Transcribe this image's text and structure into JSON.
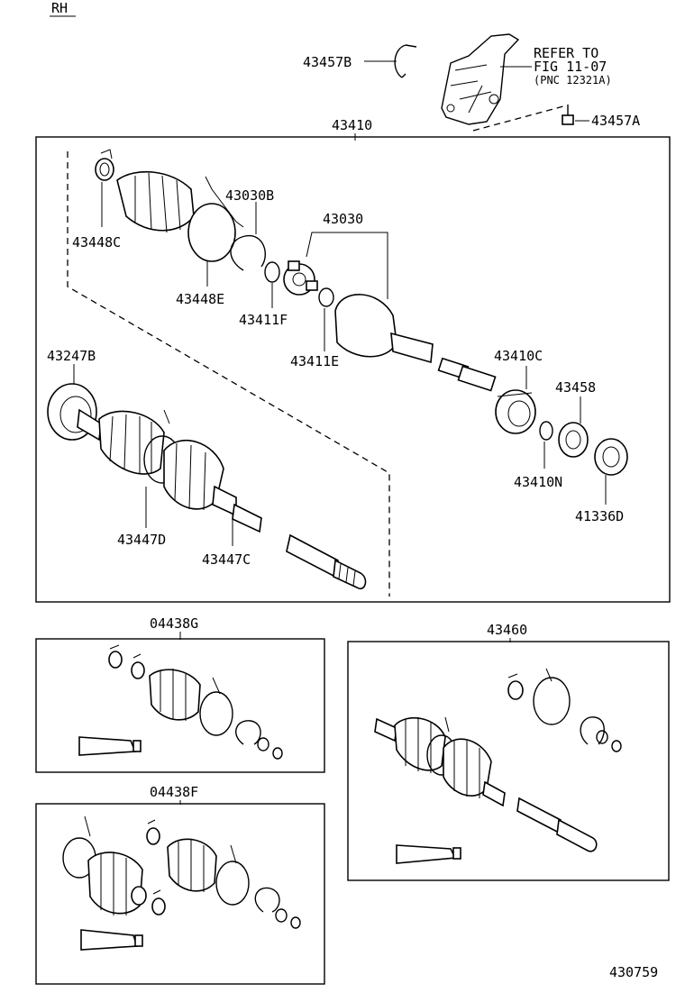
{
  "header": {
    "side": "RH"
  },
  "footer": {
    "figure_number": "430759"
  },
  "refer_note": {
    "line1": "REFER TO",
    "line2": "FIG 11-07",
    "line3": "(PNC 12321A)"
  },
  "groups": {
    "main": "43410",
    "kit_g": "04438G",
    "kit_f": "04438F",
    "assy": "43460"
  },
  "labels": {
    "p43457B": "43457B",
    "p43457A": "43457A",
    "p43448C": "43448C",
    "p43030B": "43030B",
    "p43030": "43030",
    "p43448E": "43448E",
    "p43411F": "43411F",
    "p43411E": "43411E",
    "p43247B": "43247B",
    "p43410C": "43410C",
    "p43458": "43458",
    "p43410N": "43410N",
    "p41336D": "41336D",
    "p43447D": "43447D",
    "p43447C": "43447C"
  }
}
